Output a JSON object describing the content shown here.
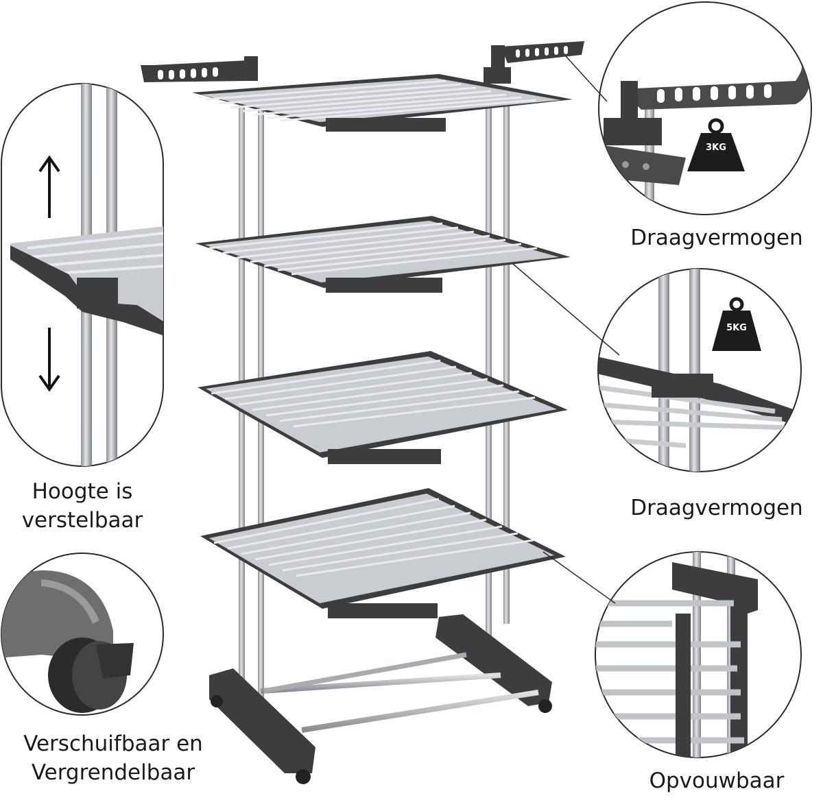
{
  "captions": {
    "height_line1": "Hoogte is",
    "height_line2": "verstelbaar",
    "wheels_line1": "Verschuifbaar en",
    "wheels_line2": "Vergrendelbaar",
    "top_capacity": "Draagvermogen",
    "shelf_capacity": "Draagvermogen",
    "foldable": "Opvouwbaar"
  },
  "weights": {
    "top_hook": "3KG",
    "shelf": "5KG"
  },
  "colors": {
    "frame_dark": "#3d3d3d",
    "rail_silver": "#b9bcc0",
    "weight_black": "#1c1c1c",
    "outline": "#2a2a2a"
  },
  "icons": {
    "up_arrow": "up-arrow-icon",
    "down_arrow": "down-arrow-icon",
    "weight": "weight-icon"
  }
}
